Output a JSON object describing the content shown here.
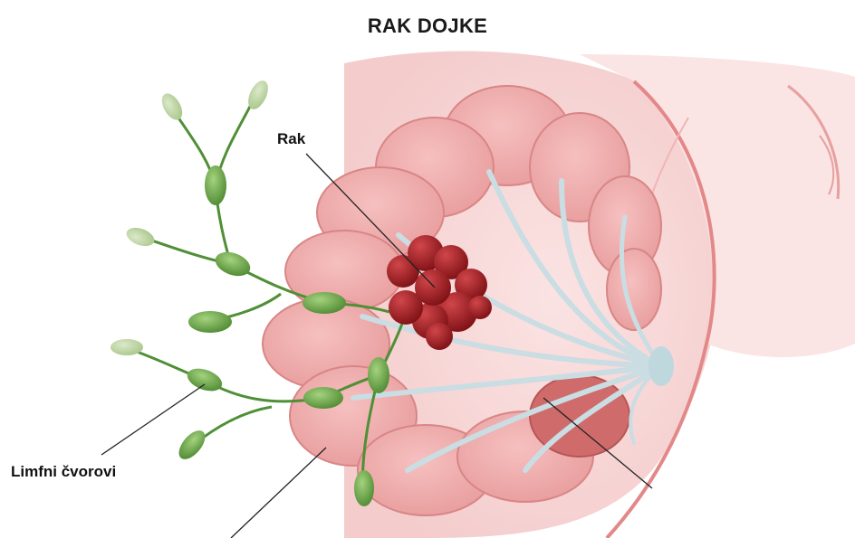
{
  "title": "RAK DOJKE",
  "labels": {
    "cancer": "Rak",
    "lymph_nodes": "Limfni čvorovi"
  },
  "colors": {
    "skin": "#f7dcdc",
    "skin_outline": "#e07a7a",
    "lobule": "#f0a6a6",
    "lobule_dark": "#d98585",
    "ducts": "#c9dde3",
    "tumor": "#9e1b20",
    "lymph_node": "#6faa4d",
    "lymph_vessel": "#4f8f36"
  }
}
